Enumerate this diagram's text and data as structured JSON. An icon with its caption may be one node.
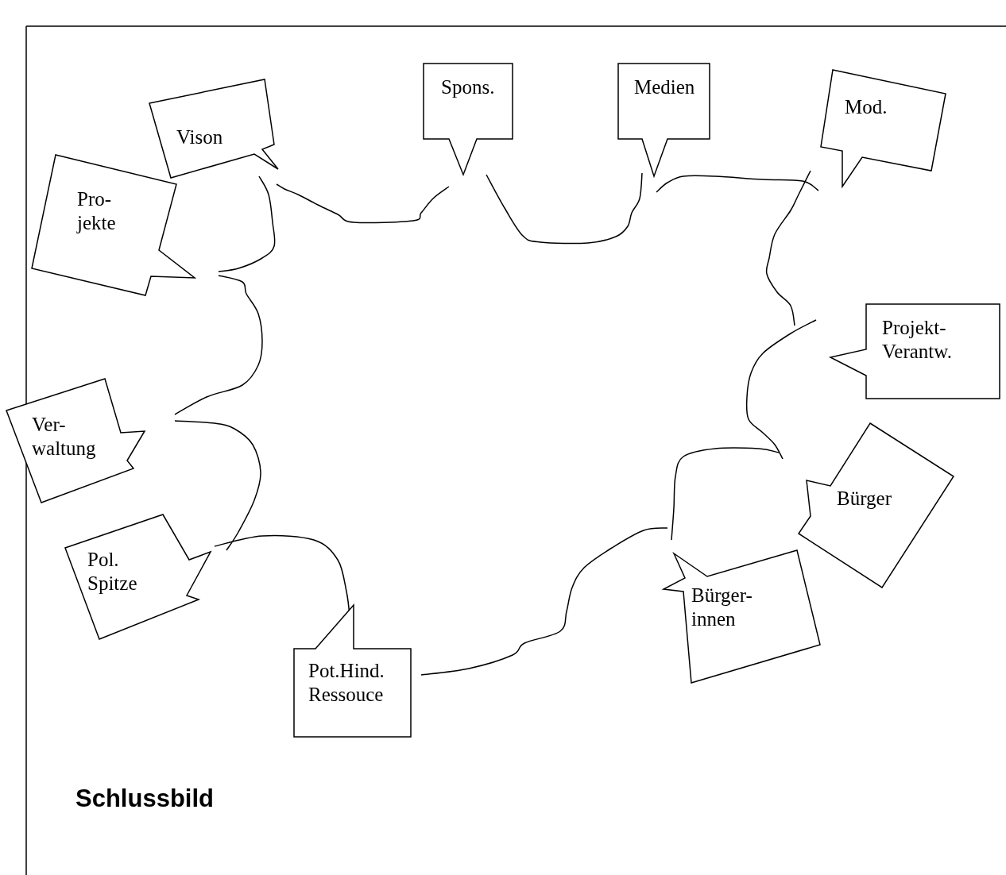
{
  "diagram": {
    "title": "Schlussbild",
    "nodes": [
      {
        "text": [
          "Spons."
        ]
      },
      {
        "text": [
          "Medien"
        ]
      },
      {
        "text": [
          "Mod."
        ]
      },
      {
        "text": [
          "Vison"
        ]
      },
      {
        "text": [
          "Pro- jekte"
        ]
      },
      {
        "text": [
          "Projekt- Verantw."
        ]
      },
      {
        "text": [
          "Ver- waltung"
        ]
      },
      {
        "text": [
          "Bürger"
        ]
      },
      {
        "text": [
          "Pol. Spitze"
        ]
      },
      {
        "text": [
          "Bürger- innen"
        ]
      },
      {
        "text": [
          "Pot.Hind. Ressouce"
        ]
      }
    ],
    "edges": [
      {
        "from": 3,
        "to": 0,
        "arrow": "none"
      },
      {
        "from": 0,
        "to": 1,
        "arrow": "none"
      },
      {
        "from": 1,
        "to": 2,
        "arrow": "none"
      },
      {
        "from": 2,
        "to": 5,
        "arrow": "none"
      },
      {
        "from": 5,
        "to": 7,
        "arrow": "none"
      },
      {
        "from": 7,
        "to": 9,
        "arrow": "none"
      },
      {
        "from": 9,
        "to": 10,
        "arrow": "none"
      },
      {
        "from": 10,
        "to": 8,
        "arrow": "none"
      },
      {
        "from": 8,
        "to": 6,
        "arrow": "none"
      },
      {
        "from": 6,
        "to": 4,
        "arrow": "none"
      },
      {
        "from": 4,
        "to": 3,
        "arrow": "none"
      }
    ]
  }
}
